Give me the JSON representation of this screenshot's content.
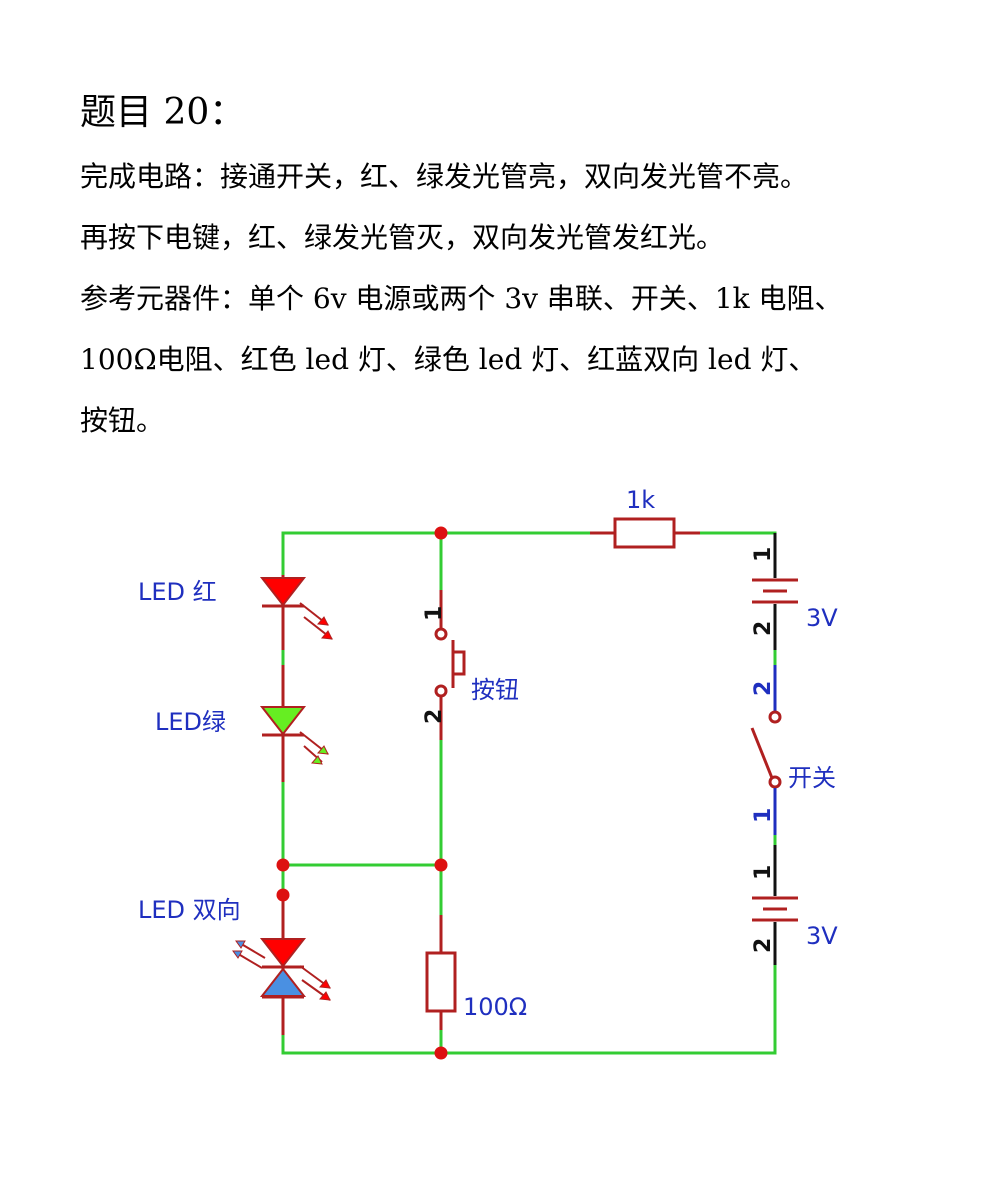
{
  "problem": {
    "title": "题目 20：",
    "lines": [
      "完成电路：接通开关，红、绿发光管亮，双向发光管不亮。",
      "再按下电键，红、绿发光管灭，双向发光管发红光。",
      "参考元器件：单个 6v 电源或两个 3v 串联、开关、1k 电阻、",
      "100Ω电阻、红色 led 灯、绿色 led 灯、红蓝双向 led 灯、",
      "按钮。"
    ]
  },
  "circuit": {
    "labels": {
      "led_red": "LED 红",
      "led_green": "LED绿",
      "led_bidir": "LED 双向",
      "button": "按钮",
      "resistor_1k": "1k",
      "resistor_100": "100Ω",
      "battery_top": "3V",
      "battery_bottom": "3V",
      "switch": "开关"
    },
    "pins": {
      "button_pin1": "1",
      "button_pin2": "2",
      "battery_top_pin1": "1",
      "battery_top_pin2": "2",
      "switch_pin2": "2",
      "switch_pin1": "1",
      "battery_bottom_pin1": "1",
      "battery_bottom_pin2": "2"
    },
    "colors": {
      "wire": "#33cc33",
      "component": "#b02020",
      "junction": "#dd1111",
      "label": "#1f2fbf",
      "led_red": "#ff0000",
      "led_green": "#66ee22",
      "led_blue": "#4a90e2"
    }
  }
}
